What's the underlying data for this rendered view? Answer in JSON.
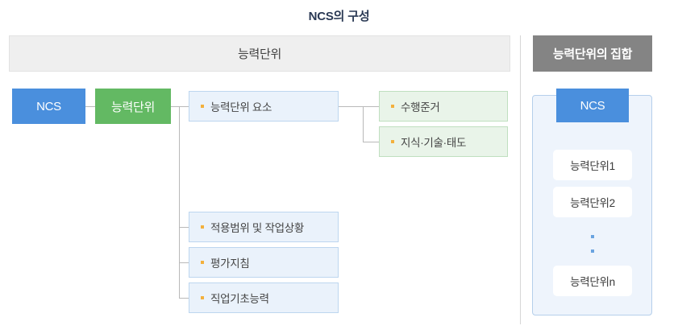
{
  "title": "NCS의 구성",
  "headers": {
    "left": "능력단위",
    "right": "능력단위의 집합"
  },
  "left_section": {
    "root": {
      "label": "NCS",
      "color": "#4a8fdd"
    },
    "unit": {
      "label": "능력단위",
      "color": "#63b963"
    },
    "unit_children": [
      {
        "label": "능력단위 요소",
        "style": "blue"
      },
      {
        "label": "적용범위 및 작업상황",
        "style": "blue"
      },
      {
        "label": "평가지침",
        "style": "blue"
      },
      {
        "label": "직업기초능력",
        "style": "blue"
      }
    ],
    "element_children": [
      {
        "label": "수행준거",
        "style": "green"
      },
      {
        "label": "지식·기술·태도",
        "style": "green"
      }
    ],
    "bullet_color": "#f3b03c"
  },
  "right_section": {
    "root": {
      "label": "NCS",
      "color": "#4a8fdd"
    },
    "units": [
      {
        "label": "능력단위1"
      },
      {
        "label": "능력단위2"
      },
      {
        "label": ":"
      },
      {
        "label": "능력단위n"
      }
    ]
  },
  "palette": {
    "title_color": "#2b3a55",
    "header_left_bg": "#efefef",
    "header_right_bg": "#848484",
    "blue_box_bg": "#eaf2fb",
    "blue_box_border": "#bdd6ef",
    "green_box_bg": "#e9f4e9",
    "green_box_border": "#bfdfbf",
    "panel_bg": "#eef4fc",
    "panel_border": "#b5cfeb",
    "line_color": "#b9b9b9"
  }
}
